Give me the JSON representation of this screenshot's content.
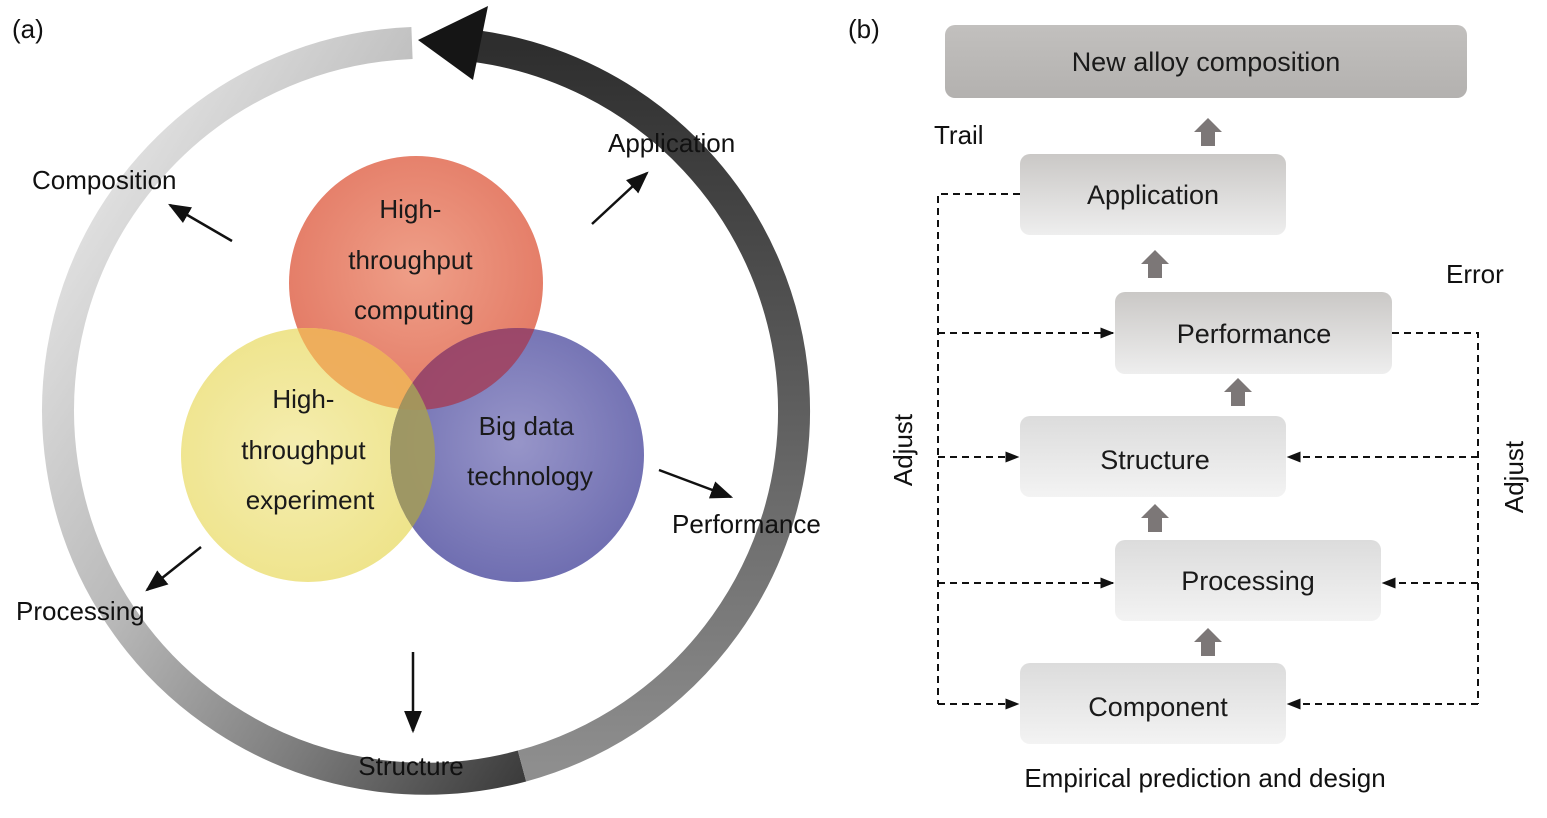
{
  "panel_a": {
    "tag": "(a)",
    "circles": {
      "computing": [
        "High-",
        "throughput",
        "computing"
      ],
      "experiment": [
        "High-",
        "throughput",
        "experiment"
      ],
      "bigdata": [
        "Big data",
        "technology"
      ]
    },
    "outer": {
      "composition": "Composition",
      "application": "Application",
      "performance": "Performance",
      "processing": "Processing",
      "structure": "Structure"
    }
  },
  "panel_b": {
    "tag": "(b)",
    "boxes": {
      "new_alloy": "New alloy composition",
      "application": "Application",
      "performance": "Performance",
      "structure": "Structure",
      "processing": "Processing",
      "component": "Component"
    },
    "trail": "Trail",
    "error": "Error",
    "adjust_left": "Adjust",
    "adjust_right": "Adjust",
    "caption": "Empirical prediction and design"
  }
}
